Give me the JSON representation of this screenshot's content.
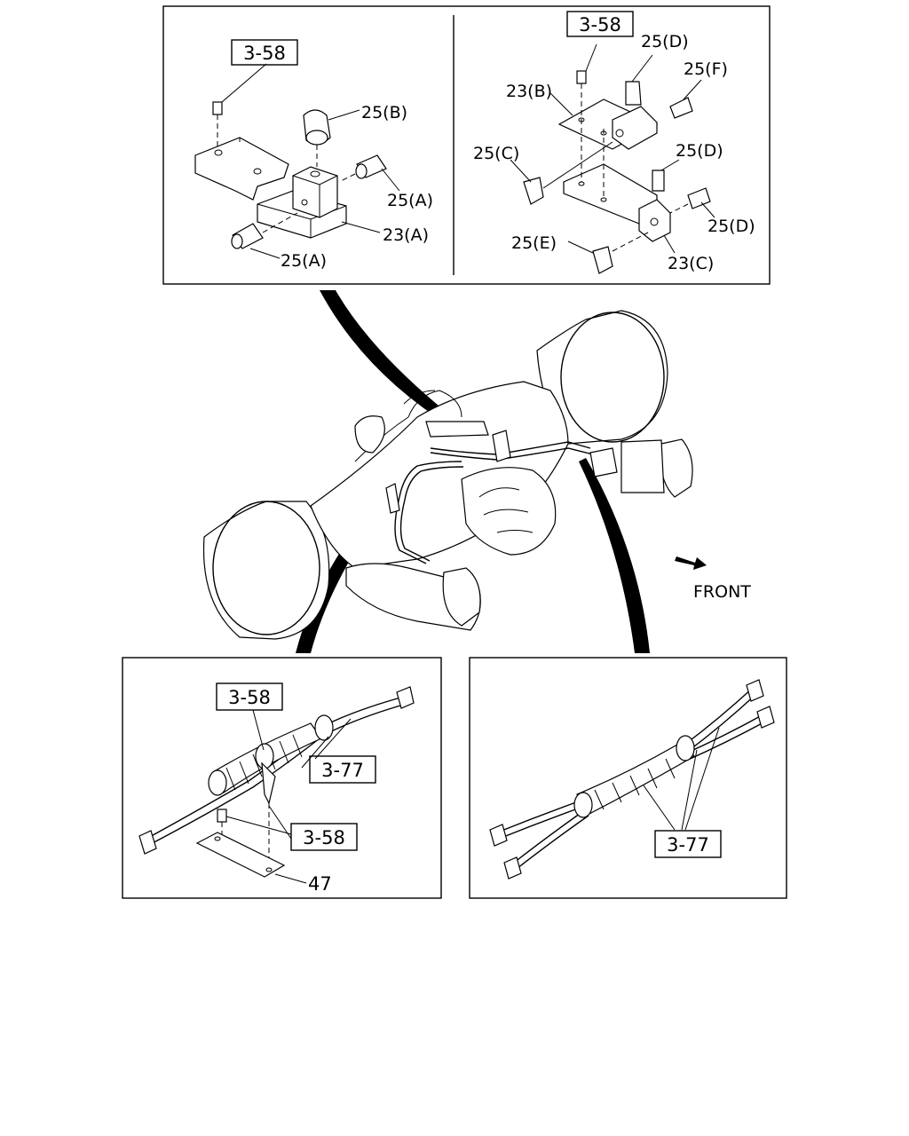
{
  "diagram": {
    "top_panel": {
      "left": {
        "ref_box": "3-58",
        "labels": [
          "25(B)",
          "25(A)",
          "23(A)",
          "25(A)"
        ]
      },
      "right": {
        "ref_box": "3-58",
        "labels": [
          "25(D)",
          "25(F)",
          "23(B)",
          "25(C)",
          "25(D)",
          "25(D)",
          "25(E)",
          "23(C)"
        ]
      }
    },
    "center": {
      "direction_label": "FRONT"
    },
    "bottom_left": {
      "ref_box_top": "3-58",
      "ref_box_hose": "3-77",
      "ref_box_bolt": "3-58",
      "label_bracket": "47"
    },
    "bottom_right": {
      "ref_box": "3-77"
    }
  }
}
